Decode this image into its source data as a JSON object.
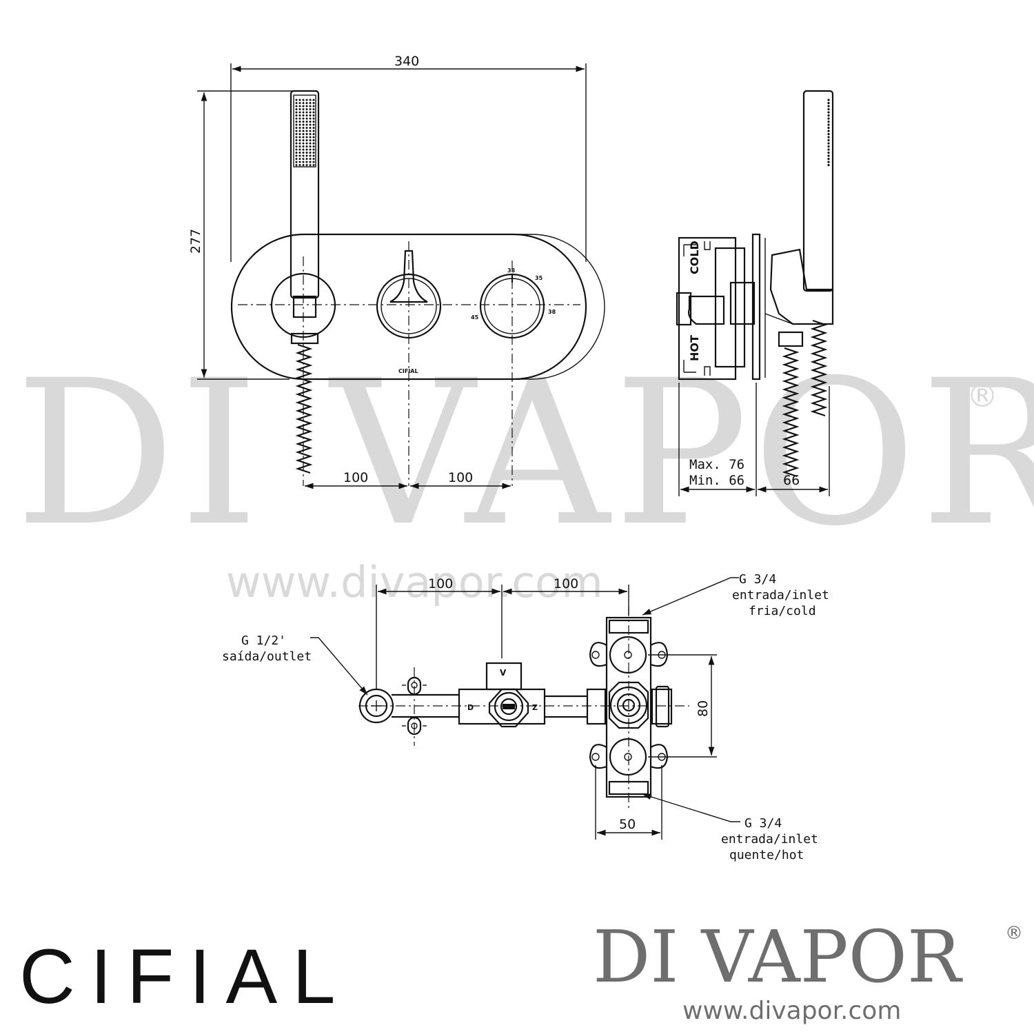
{
  "watermark": {
    "text": "DI VAPOR",
    "registered": "®",
    "url": "www.divapor.com"
  },
  "front_view": {
    "width_dim": "340",
    "height_dim": "277",
    "spacing_left": "100",
    "spacing_right": "100",
    "plate_logo": "CIFIAL",
    "dial_marks": [
      "38",
      "35",
      "45",
      "38"
    ]
  },
  "side_view": {
    "cold_label": "COLD",
    "hot_label": "HOT",
    "max_depth": "Max. 76",
    "min_depth": "Min. 66",
    "handset_depth": "66"
  },
  "rough_in": {
    "spacing_left": "100",
    "spacing_right": "100",
    "vertical_dim": "80",
    "bottom_dim": "50",
    "valve_marks": [
      "V",
      "D",
      "Z"
    ],
    "outlet": {
      "size": "G 1/2'",
      "desc": "saída/outlet"
    },
    "inlet_cold": {
      "size": "G 3/4",
      "line1": "entrada/inlet",
      "line2": "fria/cold"
    },
    "inlet_hot": {
      "size": "G 3/4",
      "line1": "entrada/inlet",
      "line2": "quente/hot"
    }
  },
  "footer": {
    "left_brand": "CIFIAL",
    "right_brand": "DI VAPOR",
    "right_registered": "®",
    "right_url": "www.divapor.com"
  }
}
